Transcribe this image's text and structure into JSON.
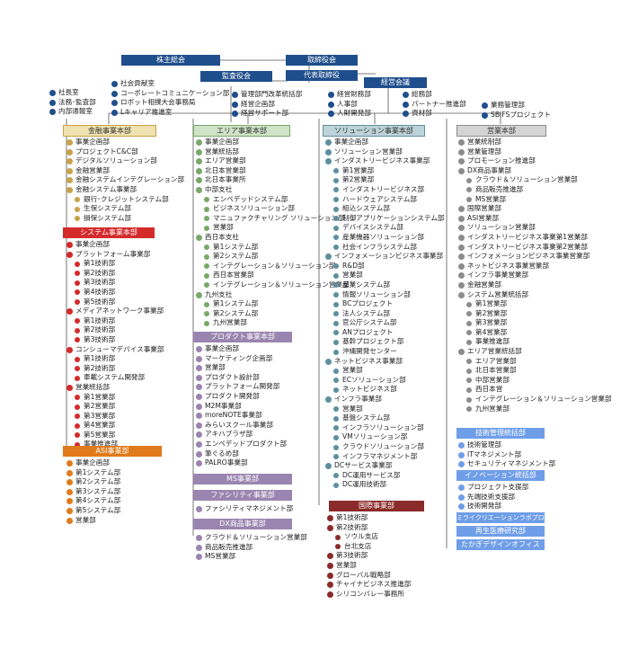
{
  "colors": {
    "navy": "#1f4e8c",
    "gold": "#c8a24a",
    "gold_bg": "#efe2b0",
    "green": "#7aa86a",
    "green_bg": "#cfe3c6",
    "teal": "#5e8fa0",
    "teal_bg": "#bcd3d9",
    "gray": "#8c8c8c",
    "gray_bg": "#d4d4d4",
    "red": "#d42a2a",
    "purple": "#9a85b0",
    "orange": "#e07a1a",
    "darkred": "#8b2a2a",
    "lightblue": "#6f9ee8"
  },
  "top": {
    "shareholders": "株主総会",
    "board": "取締役会",
    "auditors": "監査役会",
    "ceo": "代表取締役",
    "exec_committee": "経営会議"
  },
  "corporate": {
    "col1": [
      "社長室",
      "法務･監査部",
      "内部通報室"
    ],
    "col2": [
      "社会貢献室",
      "コーポレートコミュニケーション部",
      "ロボット相撲大会事務局",
      "Lキャリア推進室"
    ],
    "col3": [
      "管理部門改革統括部",
      "経営企画部",
      "経営サポート部"
    ],
    "col4": [
      "経営財務部",
      "人事部",
      "人財開発部"
    ],
    "col5": [
      "総務部",
      "パートナー推進部",
      "資材部"
    ],
    "col6": [
      "業務管理部",
      "SBIFSプロジェクト"
    ]
  },
  "units": {
    "finance": {
      "title": "金融事業本部",
      "items": [
        {
          "t": "事業企画部",
          "l": 0
        },
        {
          "t": "プロジェクトC&C部",
          "l": 0
        },
        {
          "t": "デジタルソリューション部",
          "l": 0
        },
        {
          "t": "金融営業部",
          "l": 0
        },
        {
          "t": "金融システムインテグレーション部",
          "l": 0
        },
        {
          "t": "金融システム事業部",
          "l": 0
        },
        {
          "t": "銀行･クレジットシステム部",
          "l": 1
        },
        {
          "t": "生保システム部",
          "l": 1
        },
        {
          "t": "損保システム部",
          "l": 1
        }
      ]
    },
    "system": {
      "title": "システム事業本部",
      "items": [
        {
          "t": "事業企画部",
          "l": 0
        },
        {
          "t": "プラットフォーム事業部",
          "l": 0
        },
        {
          "t": "第1技術部",
          "l": 1
        },
        {
          "t": "第2技術部",
          "l": 1
        },
        {
          "t": "第3技術部",
          "l": 1
        },
        {
          "t": "第4技術部",
          "l": 1
        },
        {
          "t": "第5技術部",
          "l": 1
        },
        {
          "t": "メディアネットワーク事業部",
          "l": 0
        },
        {
          "t": "第1技術部",
          "l": 1
        },
        {
          "t": "第2技術部",
          "l": 1
        },
        {
          "t": "第3技術部",
          "l": 1
        },
        {
          "t": "コンシューマデバイス事業部",
          "l": 0
        },
        {
          "t": "第1技術部",
          "l": 1
        },
        {
          "t": "第2技術部",
          "l": 1
        },
        {
          "t": "車載システム開発部",
          "l": 1
        },
        {
          "t": "営業統括部",
          "l": 0
        },
        {
          "t": "第1営業部",
          "l": 1
        },
        {
          "t": "第2営業部",
          "l": 1
        },
        {
          "t": "第3営業部",
          "l": 1
        },
        {
          "t": "第4営業部",
          "l": 1
        },
        {
          "t": "第5営業部",
          "l": 1
        },
        {
          "t": "事業推進部",
          "l": 1
        }
      ]
    },
    "asi": {
      "title": "ASI事業部",
      "items": [
        {
          "t": "事業企画部",
          "l": 0
        },
        {
          "t": "第1システム部",
          "l": 0
        },
        {
          "t": "第2システム部",
          "l": 0
        },
        {
          "t": "第3システム部",
          "l": 0
        },
        {
          "t": "第4システム部",
          "l": 0
        },
        {
          "t": "第5システム部",
          "l": 0
        },
        {
          "t": "営業部",
          "l": 0
        }
      ]
    },
    "area": {
      "title": "エリア事業本部",
      "items": [
        {
          "t": "事業企画部",
          "l": 0
        },
        {
          "t": "営業統括部",
          "l": 0
        },
        {
          "t": "エリア営業部",
          "l": 0
        },
        {
          "t": "北日本営業部",
          "l": 0
        },
        {
          "t": "北日本事業所",
          "l": 0
        },
        {
          "t": "中部支社",
          "l": 0
        },
        {
          "t": "エンベデッドシステム部",
          "l": 1
        },
        {
          "t": "ビジネスソリューション部",
          "l": 1
        },
        {
          "t": "マニュファクチャリング ソリューション部",
          "l": 1
        },
        {
          "t": "営業部",
          "l": 1
        },
        {
          "t": "西日本支社",
          "l": 0
        },
        {
          "t": "第1システム部",
          "l": 1
        },
        {
          "t": "第2システム部",
          "l": 1
        },
        {
          "t": "インテグレーション＆ソリューション部",
          "l": 1
        },
        {
          "t": "西日本営業部",
          "l": 1
        },
        {
          "t": "インテグレーション＆ソリューション営業部",
          "l": 1
        },
        {
          "t": "九州支社",
          "l": 0
        },
        {
          "t": "第1システム部",
          "l": 1
        },
        {
          "t": "第2システム部",
          "l": 1
        },
        {
          "t": "九州営業部",
          "l": 1
        }
      ]
    },
    "product": {
      "title": "プロダクト事業本部",
      "items": [
        {
          "t": "事業企画部",
          "l": 0
        },
        {
          "t": "マーケティング企画部",
          "l": 0
        },
        {
          "t": "営業部",
          "l": 0
        },
        {
          "t": "プロダクト設計部",
          "l": 0
        },
        {
          "t": "プラットフォーム開発部",
          "l": 0
        },
        {
          "t": "プロダクト開発部",
          "l": 0
        },
        {
          "t": "M2M事業部",
          "l": 0
        },
        {
          "t": "moreNOTE事業部",
          "l": 0
        },
        {
          "t": "みらいスクール事業部",
          "l": 0
        },
        {
          "t": "アキハブラザ部",
          "l": 0
        },
        {
          "t": "エンベデッドプロダクト部",
          "l": 0
        },
        {
          "t": "筆ぐるめ部",
          "l": 0
        },
        {
          "t": "PALRO事業部",
          "l": 0
        }
      ]
    },
    "ms": {
      "title": "MS事業部",
      "items": []
    },
    "facility": {
      "title": "ファシリティ事業部",
      "items": [
        {
          "t": "ファシリティマネジメント部",
          "l": 0
        }
      ]
    },
    "dx": {
      "title": "DX商品事業部",
      "items": [
        {
          "t": "クラウド＆ソリューション営業部",
          "l": 0
        },
        {
          "t": "商品販売推進部",
          "l": 0
        },
        {
          "t": "MS営業部",
          "l": 0
        }
      ]
    },
    "solution": {
      "title": "ソリューション事業本部",
      "items": [
        {
          "t": "事業企画部",
          "l": 0
        },
        {
          "t": "ソリューション営業部",
          "l": 0
        },
        {
          "t": "インダストリービジネス事業部",
          "l": 0
        },
        {
          "t": "第1営業部",
          "l": 1
        },
        {
          "t": "第2営業部",
          "l": 1
        },
        {
          "t": "インダストリービジネス部",
          "l": 1
        },
        {
          "t": "ハードウェアシステム部",
          "l": 1
        },
        {
          "t": "組込システム部",
          "l": 1
        },
        {
          "t": "制御アプリケーションシステム部",
          "l": 1
        },
        {
          "t": "デバイスシステム部",
          "l": 1
        },
        {
          "t": "産業機器ソリューション部",
          "l": 1
        },
        {
          "t": "社会インフラシステム部",
          "l": 1
        },
        {
          "t": "インフォメーションビジネス事業部",
          "l": 0
        },
        {
          "t": "R&D部",
          "l": 1
        },
        {
          "t": "営業部",
          "l": 1
        },
        {
          "t": "産業システム部",
          "l": 1
        },
        {
          "t": "情報ソリューション部",
          "l": 1
        },
        {
          "t": "BCプロジェクト",
          "l": 1
        },
        {
          "t": "法人システム部",
          "l": 1
        },
        {
          "t": "官公庁システム部",
          "l": 1
        },
        {
          "t": "ANプロジェクト",
          "l": 1
        },
        {
          "t": "基幹プロジェクト部",
          "l": 1
        },
        {
          "t": "沖縄開発センター",
          "l": 1
        },
        {
          "t": "ネットビジネス事業部",
          "l": 0
        },
        {
          "t": "営業部",
          "l": 1
        },
        {
          "t": "ECソリューション部",
          "l": 1
        },
        {
          "t": "ネットビジネス部",
          "l": 1
        },
        {
          "t": "インフラ事業部",
          "l": 0
        },
        {
          "t": "営業部",
          "l": 1
        },
        {
          "t": "基盤システム部",
          "l": 1
        },
        {
          "t": "インフラソリューション部",
          "l": 1
        },
        {
          "t": "VMソリューション部",
          "l": 1
        },
        {
          "t": "クラウドソリューション部",
          "l": 1
        },
        {
          "t": "インフラマネジメント部",
          "l": 1
        },
        {
          "t": "DCサービス事業部",
          "l": 0
        },
        {
          "t": "DC運用サービス部",
          "l": 1
        },
        {
          "t": "DC運用技術部",
          "l": 1
        }
      ]
    },
    "international": {
      "title": "国際事業部",
      "items": [
        {
          "t": "第1技術部",
          "l": 0
        },
        {
          "t": "第2技術部",
          "l": 0
        },
        {
          "t": "ソウル支店",
          "l": 1
        },
        {
          "t": "台北支店",
          "l": 1
        },
        {
          "t": "第3技術部",
          "l": 0
        },
        {
          "t": "営業部",
          "l": 0
        },
        {
          "t": "グローバル戦略部",
          "l": 0
        },
        {
          "t": "チャイナビジネス推進部",
          "l": 0
        },
        {
          "t": "シリコンバレー事務所",
          "l": 0
        }
      ]
    },
    "sales": {
      "title": "営業本部",
      "items": [
        {
          "t": "営業統制部",
          "l": 0
        },
        {
          "t": "営業管理部",
          "l": 0
        },
        {
          "t": "プロモーション推進部",
          "l": 0
        },
        {
          "t": "DX商品事業部",
          "l": 0
        },
        {
          "t": "クラウド＆ソリューション営業部",
          "l": 1
        },
        {
          "t": "商品販売推進部",
          "l": 1
        },
        {
          "t": "MS営業部",
          "l": 1
        },
        {
          "t": "国際営業部",
          "l": 0
        },
        {
          "t": "ASI営業部",
          "l": 0
        },
        {
          "t": "ソリューション営業部",
          "l": 0
        },
        {
          "t": "インダストリービジネス事業第1営業部",
          "l": 0
        },
        {
          "t": "インダストリービジネス事業第2営業部",
          "l": 0
        },
        {
          "t": "インフォメーションビジネス事業営業部",
          "l": 0
        },
        {
          "t": "ネットビジネス事業営業部",
          "l": 0
        },
        {
          "t": "インフラ事業営業部",
          "l": 0
        },
        {
          "t": "金融営業部",
          "l": 0
        },
        {
          "t": "システム営業統括部",
          "l": 0
        },
        {
          "t": "第1営業部",
          "l": 1
        },
        {
          "t": "第2営業部",
          "l": 1
        },
        {
          "t": "第3営業部",
          "l": 1
        },
        {
          "t": "第4営業部",
          "l": 1
        },
        {
          "t": "事業推進部",
          "l": 1
        },
        {
          "t": "エリア営業統括部",
          "l": 0
        },
        {
          "t": "エリア営業部",
          "l": 1
        },
        {
          "t": "北日本営業部",
          "l": 1
        },
        {
          "t": "中部営業部",
          "l": 1
        },
        {
          "t": "西日本営",
          "l": 1
        },
        {
          "t": "インテグレーション＆ソリューション営業部",
          "l": 1
        },
        {
          "t": "九州営業部",
          "l": 1
        }
      ]
    },
    "techmgmt": {
      "title": "技術管理統括部",
      "items": [
        {
          "t": "技術管理部",
          "l": 0
        },
        {
          "t": "ITマネジメント部",
          "l": 0
        },
        {
          "t": "セキュリティマネジメント部",
          "l": 0
        }
      ]
    },
    "innovation": {
      "title": "イノベーション統括部",
      "items": [
        {
          "t": "プロジェクト支援部",
          "l": 0
        },
        {
          "t": "先端技術支援部",
          "l": 0
        },
        {
          "t": "技術開発部",
          "l": 0
        }
      ]
    },
    "micc": {
      "title": "ミライクリエーションラボプロジェクト",
      "items": []
    },
    "regen": {
      "title": "再生医療研究部",
      "items": []
    },
    "takumi": {
      "title": "たかぎデザインオフィス",
      "items": []
    }
  }
}
